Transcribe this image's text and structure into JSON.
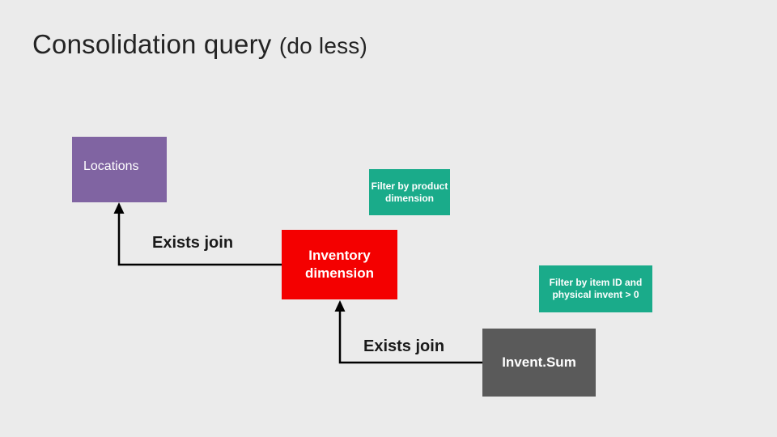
{
  "slide": {
    "title_main": "Consolidation query ",
    "title_sub": "(do less)",
    "background_color": "#ebebeb"
  },
  "diagram": {
    "nodes": [
      {
        "id": "locations",
        "label": "Locations",
        "color": "#8064a2"
      },
      {
        "id": "filter-product-dimension",
        "label": "Filter by product dimension",
        "color": "#1aab8a"
      },
      {
        "id": "inventory-dimension",
        "label": "Inventory dimension",
        "color": "#f40000"
      },
      {
        "id": "filter-item-id",
        "label": "Filter by item ID and physical invent > 0",
        "color": "#1aab8a"
      },
      {
        "id": "invent-sum",
        "label": "Invent.Sum",
        "color": "#5a5a5a"
      }
    ],
    "connector_labels": [
      {
        "id": "exists-join-1",
        "label": "Exists join"
      },
      {
        "id": "exists-join-2",
        "label": "Exists join"
      }
    ],
    "connector_color": "#000000"
  }
}
